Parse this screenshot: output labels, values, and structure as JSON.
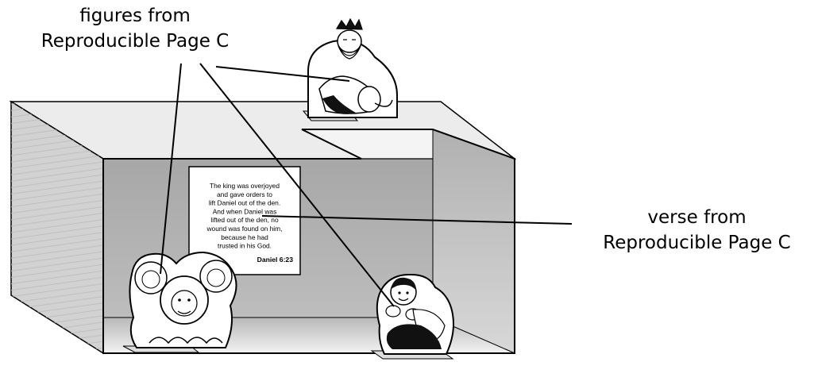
{
  "callouts": {
    "figures": {
      "line1": "figures from",
      "line2": "Reproducible Page C"
    },
    "verse": {
      "line1": "verse from",
      "line2": "Reproducible Page C"
    }
  },
  "verse_card": {
    "lines": [
      "The king was overjoyed",
      "and gave orders to",
      "lift Daniel out of the den.",
      "And when Daniel was",
      "lifted out of the den, no",
      "wound was found on him,",
      "because he had",
      "trusted in his God."
    ],
    "reference": "Daniel 6:23"
  },
  "figures": [
    "king",
    "lions",
    "daniel"
  ],
  "colors": {
    "box_side": "#cfcfcf",
    "box_back": "#a9a9a9",
    "box_floor": "#d6d6d6",
    "outline": "#000000"
  }
}
